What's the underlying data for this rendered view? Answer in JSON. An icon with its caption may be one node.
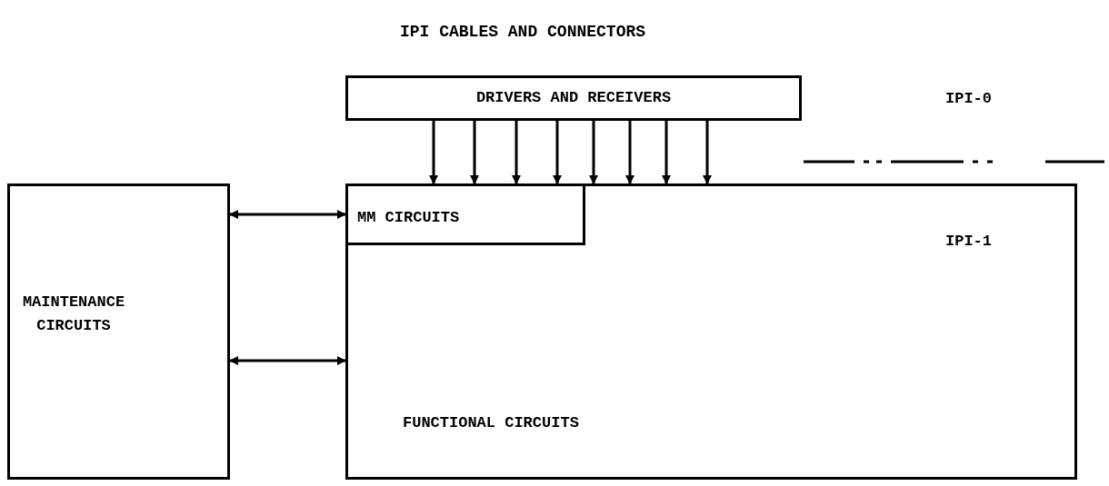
{
  "diagram": {
    "title": "IPI CABLES AND CONNECTORS",
    "nodes": [
      {
        "text": [
          "DRIVERS AND RECEIVERS"
        ]
      },
      {
        "text": [
          "FUNCTIONAL CIRCUITS"
        ]
      },
      {
        "text": [
          "MM CIRCUITS"
        ],
        "in": 1
      },
      {
        "text": [
          "MAINTENANCE CIRCUITS"
        ]
      }
    ],
    "edges": [
      {
        "from": 0,
        "to": 2,
        "arrow": "to"
      },
      {
        "from": 0,
        "to": 2,
        "arrow": "to"
      },
      {
        "from": 0,
        "to": 2,
        "arrow": "to"
      },
      {
        "from": 0,
        "to": 2,
        "arrow": "to"
      },
      {
        "from": 0,
        "to": 1,
        "arrow": "to"
      },
      {
        "from": 0,
        "to": 1,
        "arrow": "to"
      },
      {
        "from": 0,
        "to": 1,
        "arrow": "to"
      },
      {
        "from": 0,
        "to": 1,
        "arrow": "to"
      },
      {
        "from": 3,
        "to": 2,
        "arrow": "both"
      },
      {
        "from": 3,
        "to": 1,
        "arrow": "both"
      }
    ],
    "labels": [
      "IPI-0",
      "IPI-1"
    ]
  }
}
